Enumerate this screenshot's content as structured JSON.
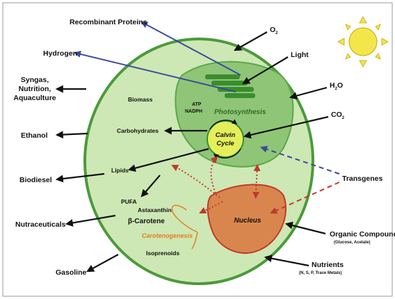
{
  "outputs": {
    "recombinant_proteins": "Recombinant Proteins",
    "hydrogen": "Hydrogen",
    "syngas": [
      "Syngas,",
      "Nutrition,",
      "Aquaculture"
    ],
    "ethanol": "Ethanol",
    "biodiesel": "Biodiesel",
    "nutraceuticals": "Nutraceuticals",
    "gasoline": "Gasoline"
  },
  "inputs": {
    "o2": "O",
    "o2_sub": "2",
    "light": "Light",
    "h2o": "H",
    "h2o_sub": "2",
    "h2o_tail": "O",
    "co2": "CO",
    "co2_sub": "2",
    "transgenes": "Transgenes",
    "organic_compounds": "Organic Compounds",
    "organic_compounds_detail": "(Glucose, Acetate)",
    "nutrients": "Nutrients",
    "nutrients_detail": "(N, S, P, Trace Metals)"
  },
  "cell": {
    "biomass": "Biomass",
    "atp": "ATP",
    "nadph": "NADPH",
    "photosynthesis": "Photosynthesis",
    "calvin_cycle": [
      "Calvin",
      "Cycle"
    ],
    "carbohydrates": "Carbohydrates",
    "lipids": "Lipids",
    "pufa": "PUFA",
    "astaxanthin": "Astaxanthin",
    "beta_carotene": "β-Carotene",
    "carotenogenesis": "Carotenogenesis",
    "isoprenoids": "Isoprenoids",
    "nucleus": "Nucleus"
  },
  "colors": {
    "cell_fill": "#cde8b4",
    "cell_border": "#4c9a3c",
    "chloroplast": "#8fc577",
    "thylakoid": "#3a8d2e",
    "calvin": "#e4ef5a",
    "nucleus": "#d9864e",
    "dotted_arrow": "#c0392b",
    "blue_arrow": "#3b4a9a",
    "carotenogenesis": "#e67e22",
    "sun": "#f3e64a"
  }
}
